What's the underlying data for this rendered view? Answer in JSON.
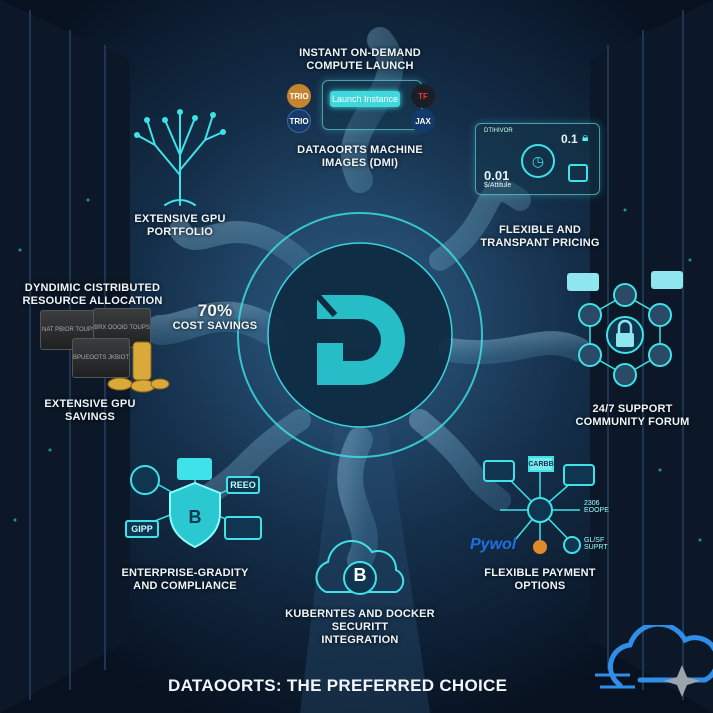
{
  "colors": {
    "accent": "#3de3e8",
    "background": "#0b1a2c",
    "coin": "#d9a93a",
    "orange": "#e08a2a"
  },
  "top": {
    "title_line1": "INSTANT ON-DEMAND",
    "title_line2": "COMPUTE LAUNCH",
    "launch_button": "Launch Instance",
    "logo_left_top": "TRIO",
    "logo_left_bottom": "TRIO",
    "logo_right_top": "TF",
    "logo_right_bottom": "JAX",
    "dmi_line1": "DATAOORTS MACHINE",
    "dmi_line2": "IMAGES (DMI)"
  },
  "portfolio": {
    "line1": "EXTENSIVE GPU",
    "line2": "PORTFOLIO",
    "icon": "tree-icon"
  },
  "pricing": {
    "header": "DTIHIVOR",
    "price_big": "0.01",
    "price_unit": "$/Attitule",
    "price_small": "0.1",
    "line1": "FLEXIBLE AND",
    "line2": "TRANSPANT PRICING"
  },
  "allocation": {
    "line1": "DYNDIMIC CISTRIBUTED",
    "line2": "RESOURCE ALLOCATION",
    "chips": [
      "NAT PBIOR TOUPS",
      "BRX DOOID TOUPS",
      "BPUEOOTS JKBIOT"
    ]
  },
  "savings": {
    "percent": "70%",
    "label": "COST SAVINGS",
    "gpu_line1": "EXTENSIVE GPU",
    "gpu_line2": "SAVINGS"
  },
  "support": {
    "line1": "24/7 SUPPORT",
    "line2": "COMMUNITY FORUM",
    "icon": "lock-icon"
  },
  "compliance": {
    "line1": "ENTERPRISE-GRADITY",
    "line2": "AND COMPLIANCE",
    "badge_left": "GIPP",
    "badge_right": "REEO"
  },
  "kubernetes": {
    "line1": "KUBERNTES AND DOCKER",
    "line2": "SECURITT",
    "line3": "INTEGRATION",
    "symbol": "B"
  },
  "payment": {
    "line1": "FLEXIBLE PAYMENT",
    "line2": "OPTIONS",
    "brand": "Pywol",
    "card_label": "CARBB",
    "right_top": "2306 EOOPE",
    "right_bottom": "GL/SF SUPRT"
  },
  "footer": {
    "title": "DATAOORTS: THE PREFERRED CHOICE"
  }
}
